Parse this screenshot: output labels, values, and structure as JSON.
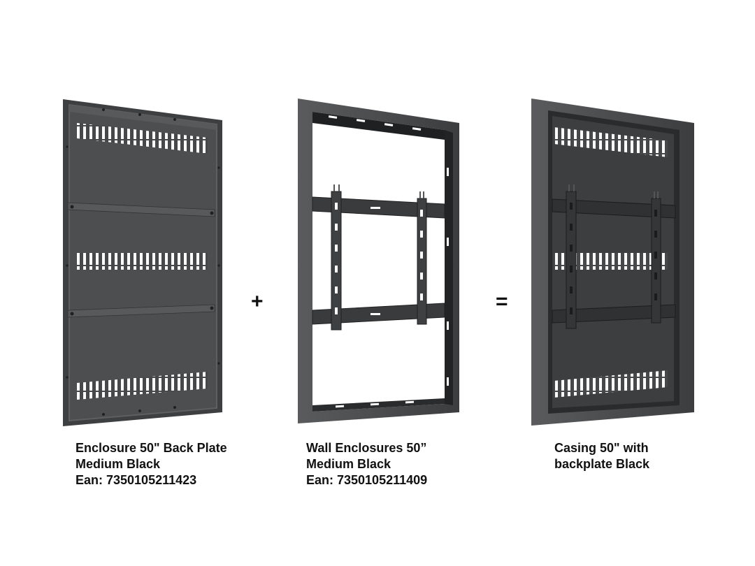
{
  "operators": {
    "plus": "+",
    "equals": "="
  },
  "products": [
    {
      "lines": [
        "Enclosure 50\" Back Plate",
        "Medium Black",
        "Ean: 7350105211423"
      ]
    },
    {
      "lines": [
        "Wall Enclosures 50”",
        "Medium Black",
        "Ean: 7350105211409"
      ]
    },
    {
      "lines": [
        "Casing 50\" with",
        "backplate Black"
      ]
    }
  ],
  "colors": {
    "metal": "#4a4b4d",
    "metal_dark": "#2a2b2d",
    "edge": "#6a6b6d",
    "background": "#ffffff"
  }
}
